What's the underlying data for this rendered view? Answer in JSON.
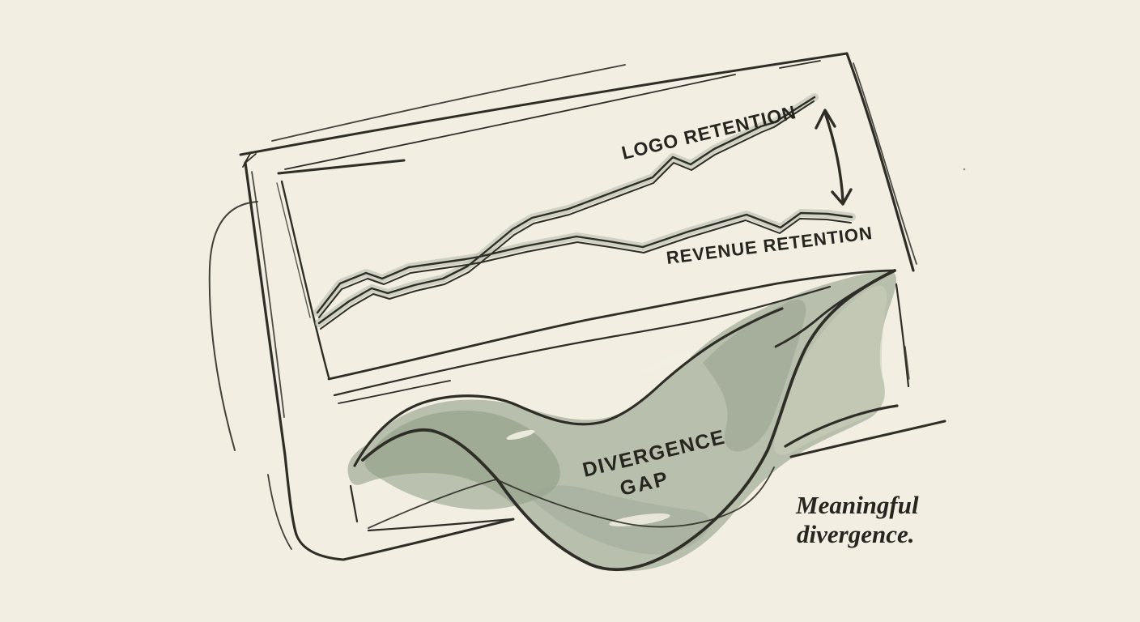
{
  "illustration": {
    "background_color": "#f2efe2",
    "ink_color": "#2e2d27",
    "wash_color": "#a9b3a0",
    "wash_dark_color": "#8d9a84",
    "wash_light_color": "#c9cfba",
    "line_shadow_color": "#b7bead"
  },
  "labels": {
    "logo_line": "LOGO RETENTION",
    "revenue_line": "REVENUE RETENTION",
    "gap_line1": "DIVERGENCE",
    "gap_line2": "GAP",
    "caption_line1": "Meaningful",
    "caption_line2": "divergence."
  },
  "chart_data": {
    "type": "line",
    "title": "",
    "xlabel": "",
    "ylabel": "",
    "axes_labeled": false,
    "units": "relative (unlabeled conceptual sketch, values estimated 0-100)",
    "x": [
      0,
      9,
      17,
      30,
      40,
      48,
      54,
      61,
      66,
      70,
      74,
      80,
      86,
      90,
      93,
      100
    ],
    "series": [
      {
        "name": "LOGO RETENTION",
        "values": [
          20,
          31,
          34,
          44,
          58,
          62,
          66,
          71,
          79,
          76,
          82,
          87,
          92,
          95,
          100,
          100
        ],
        "trend": "rises steeply with small dips"
      },
      {
        "name": "REVENUE RETENTION",
        "values": [
          24,
          38,
          40,
          44,
          51,
          50,
          48,
          47,
          50,
          52,
          54,
          59,
          54,
          59,
          58,
          58
        ],
        "trend": "rises slowly and flattens with wobbles"
      }
    ],
    "annotations": [
      "double-headed arrow between line endpoints marking the gap",
      "shaded wave area below chart labeled DIVERGENCE GAP",
      "caption: Meaningful divergence."
    ],
    "legend_position": "labels drawn along lines",
    "grid": false
  }
}
